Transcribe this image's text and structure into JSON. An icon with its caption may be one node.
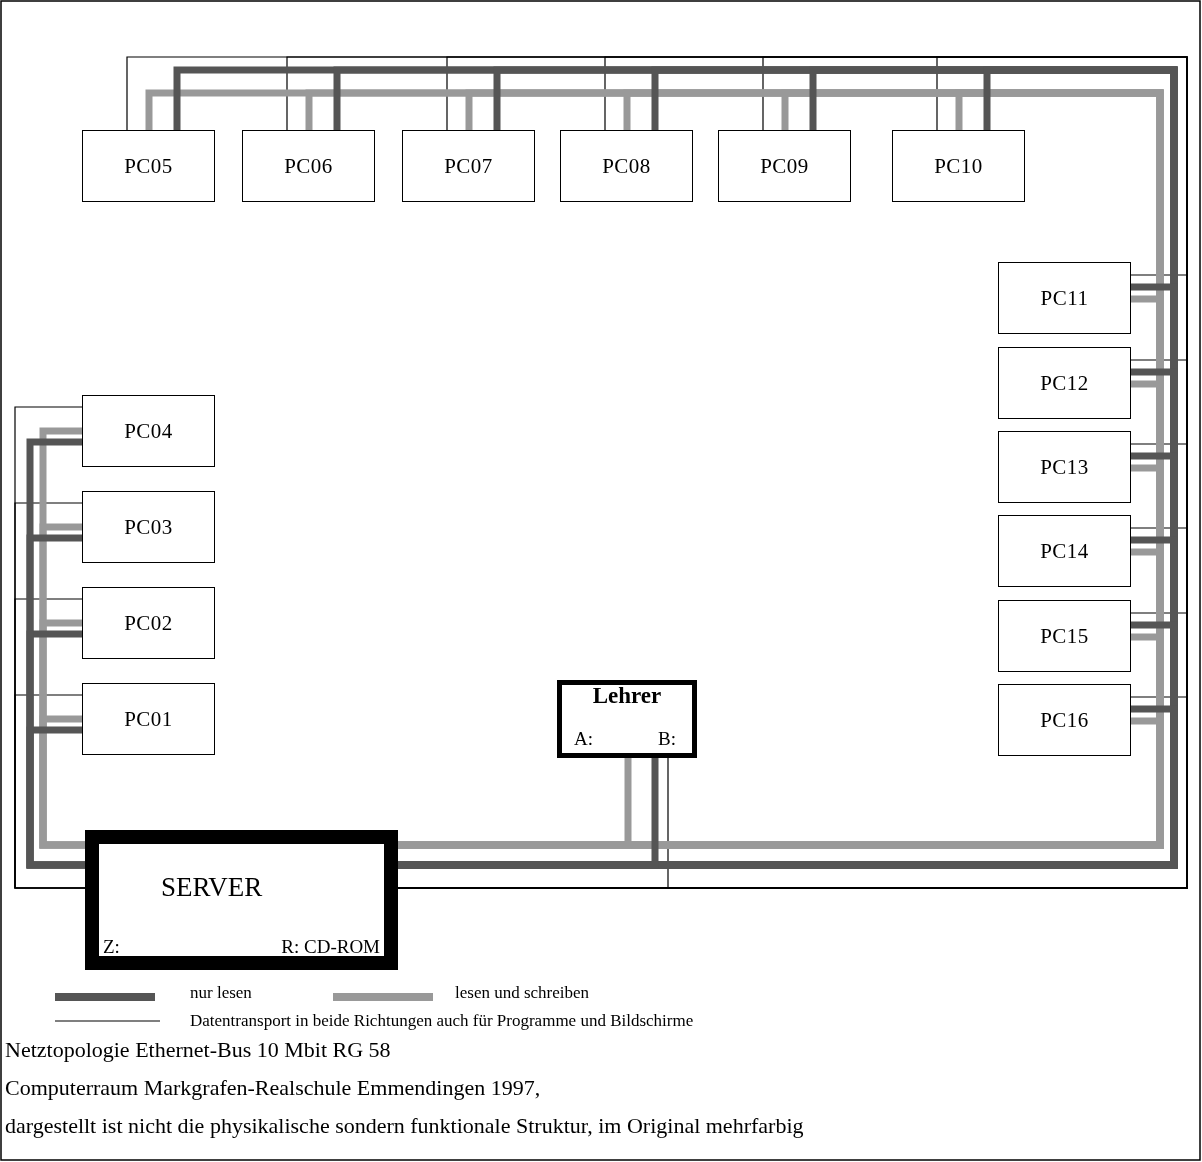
{
  "diagram": {
    "nodes": [
      {
        "text": [
          "PC01"
        ]
      },
      {
        "text": [
          "PC02"
        ]
      },
      {
        "text": [
          "PC03"
        ]
      },
      {
        "text": [
          "PC04"
        ]
      },
      {
        "text": [
          "PC05"
        ]
      },
      {
        "text": [
          "PC06"
        ]
      },
      {
        "text": [
          "PC07"
        ]
      },
      {
        "text": [
          "PC08"
        ]
      },
      {
        "text": [
          "PC09"
        ]
      },
      {
        "text": [
          "PC10"
        ]
      },
      {
        "text": [
          "PC11"
        ]
      },
      {
        "text": [
          "PC12"
        ]
      },
      {
        "text": [
          "PC13"
        ]
      },
      {
        "text": [
          "PC14"
        ]
      },
      {
        "text": [
          "PC15"
        ]
      },
      {
        "text": [
          "PC16"
        ]
      },
      {
        "text": [
          "Lehrer",
          "A:",
          "B:"
        ]
      },
      {
        "text": [
          "SERVER",
          "Z:",
          "R: CD-ROM"
        ]
      }
    ],
    "edges": [
      {
        "from": 17,
        "to": 0,
        "arrow": "none"
      },
      {
        "from": 17,
        "to": 1,
        "arrow": "none"
      },
      {
        "from": 17,
        "to": 2,
        "arrow": "none"
      },
      {
        "from": 17,
        "to": 3,
        "arrow": "none"
      },
      {
        "from": 17,
        "to": 4,
        "arrow": "none"
      },
      {
        "from": 17,
        "to": 5,
        "arrow": "none"
      },
      {
        "from": 17,
        "to": 6,
        "arrow": "none"
      },
      {
        "from": 17,
        "to": 7,
        "arrow": "none"
      },
      {
        "from": 17,
        "to": 8,
        "arrow": "none"
      },
      {
        "from": 17,
        "to": 9,
        "arrow": "none"
      },
      {
        "from": 17,
        "to": 10,
        "arrow": "none"
      },
      {
        "from": 17,
        "to": 11,
        "arrow": "none"
      },
      {
        "from": 17,
        "to": 12,
        "arrow": "none"
      },
      {
        "from": 17,
        "to": 13,
        "arrow": "none"
      },
      {
        "from": 17,
        "to": 14,
        "arrow": "none"
      },
      {
        "from": 17,
        "to": 15,
        "arrow": "none"
      },
      {
        "from": 16,
        "to": 17,
        "arrow": "none"
      },
      {
        "from": 17,
        "to": 0,
        "arrow": "none",
        "color": "#999999"
      },
      {
        "from": 17,
        "to": 1,
        "arrow": "none",
        "color": "#999999"
      },
      {
        "from": 17,
        "to": 2,
        "arrow": "none",
        "color": "#999999"
      },
      {
        "from": 17,
        "to": 3,
        "arrow": "none",
        "color": "#999999"
      },
      {
        "from": 17,
        "to": 4,
        "arrow": "none",
        "color": "#999999"
      },
      {
        "from": 17,
        "to": 5,
        "arrow": "none",
        "color": "#999999"
      },
      {
        "from": 17,
        "to": 6,
        "arrow": "none",
        "color": "#999999"
      },
      {
        "from": 17,
        "to": 7,
        "arrow": "none",
        "color": "#999999"
      },
      {
        "from": 17,
        "to": 8,
        "arrow": "none",
        "color": "#999999"
      },
      {
        "from": 17,
        "to": 9,
        "arrow": "none",
        "color": "#999999"
      },
      {
        "from": 17,
        "to": 10,
        "arrow": "none",
        "color": "#999999"
      },
      {
        "from": 17,
        "to": 11,
        "arrow": "none",
        "color": "#999999"
      },
      {
        "from": 17,
        "to": 12,
        "arrow": "none",
        "color": "#999999"
      },
      {
        "from": 17,
        "to": 13,
        "arrow": "none",
        "color": "#999999"
      },
      {
        "from": 17,
        "to": 14,
        "arrow": "none",
        "color": "#999999"
      },
      {
        "from": 17,
        "to": 15,
        "arrow": "none",
        "color": "#999999"
      },
      {
        "from": 16,
        "to": 17,
        "arrow": "none",
        "color": "#999999"
      },
      {
        "from": 17,
        "to": 0,
        "arrow": "none",
        "color": "#000000"
      },
      {
        "from": 17,
        "to": 1,
        "arrow": "none",
        "color": "#000000"
      },
      {
        "from": 17,
        "to": 2,
        "arrow": "none",
        "color": "#000000"
      },
      {
        "from": 17,
        "to": 3,
        "arrow": "none",
        "color": "#000000"
      },
      {
        "from": 17,
        "to": 4,
        "arrow": "none",
        "color": "#000000"
      },
      {
        "from": 17,
        "to": 5,
        "arrow": "none",
        "color": "#000000"
      },
      {
        "from": 17,
        "to": 6,
        "arrow": "none",
        "color": "#000000"
      },
      {
        "from": 17,
        "to": 7,
        "arrow": "none",
        "color": "#000000"
      },
      {
        "from": 17,
        "to": 8,
        "arrow": "none",
        "color": "#000000"
      },
      {
        "from": 17,
        "to": 9,
        "arrow": "none",
        "color": "#000000"
      },
      {
        "from": 17,
        "to": 10,
        "arrow": "none",
        "color": "#000000"
      },
      {
        "from": 17,
        "to": 11,
        "arrow": "none",
        "color": "#000000"
      },
      {
        "from": 17,
        "to": 12,
        "arrow": "none",
        "color": "#000000"
      },
      {
        "from": 17,
        "to": 13,
        "arrow": "none",
        "color": "#000000"
      },
      {
        "from": 17,
        "to": 14,
        "arrow": "none",
        "color": "#000000"
      },
      {
        "from": 17,
        "to": 15,
        "arrow": "none",
        "color": "#000000"
      },
      {
        "from": 16,
        "to": 17,
        "arrow": "none",
        "color": "#000000"
      }
    ],
    "labels": [
      "Netztopologie Ethernet-Bus 10 Mbit RG 58",
      "Computerraum Markgrafen-Realschule Emmendingen 1997,",
      "dargestellt ist nicht die physikalische sondern funktionale Struktur, im Original mehrfarbig"
    ],
    "legend": [
      {
        "text": "nur lesen",
        "color": "#555555"
      },
      {
        "text": "lesen und schreiben",
        "color": "#999999"
      },
      {
        "text": "Datentransport in beide Richtungen auch für Programme und Bildschirme"
      }
    ]
  }
}
